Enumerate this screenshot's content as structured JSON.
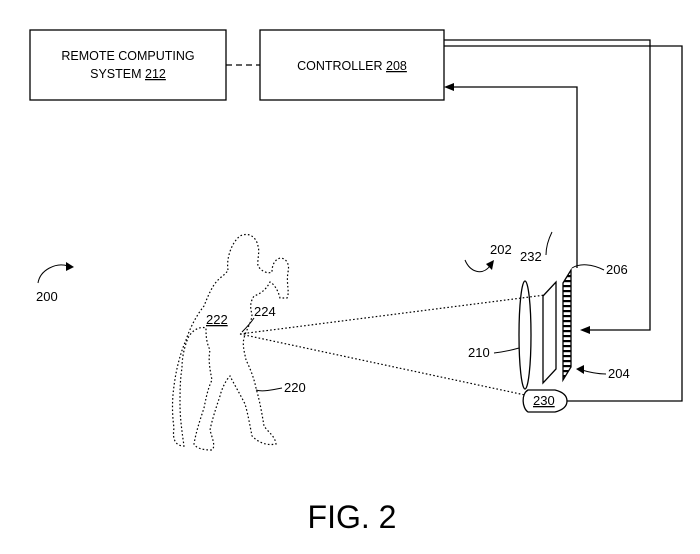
{
  "figure_label": "FIG. 2",
  "remote_box": {
    "line1": "REMOTE COMPUTING",
    "line2_prefix": "SYSTEM ",
    "ref": "212"
  },
  "controller_box": {
    "prefix": "CONTROLLER ",
    "ref": "208"
  },
  "labels": {
    "system": "200",
    "camera_group": "202",
    "sensor_array": "204",
    "sensor_face": "206",
    "lens": "210",
    "filter": "232",
    "light_source": "230",
    "subject": "220",
    "subject_region": "222",
    "surface_point": "224"
  }
}
